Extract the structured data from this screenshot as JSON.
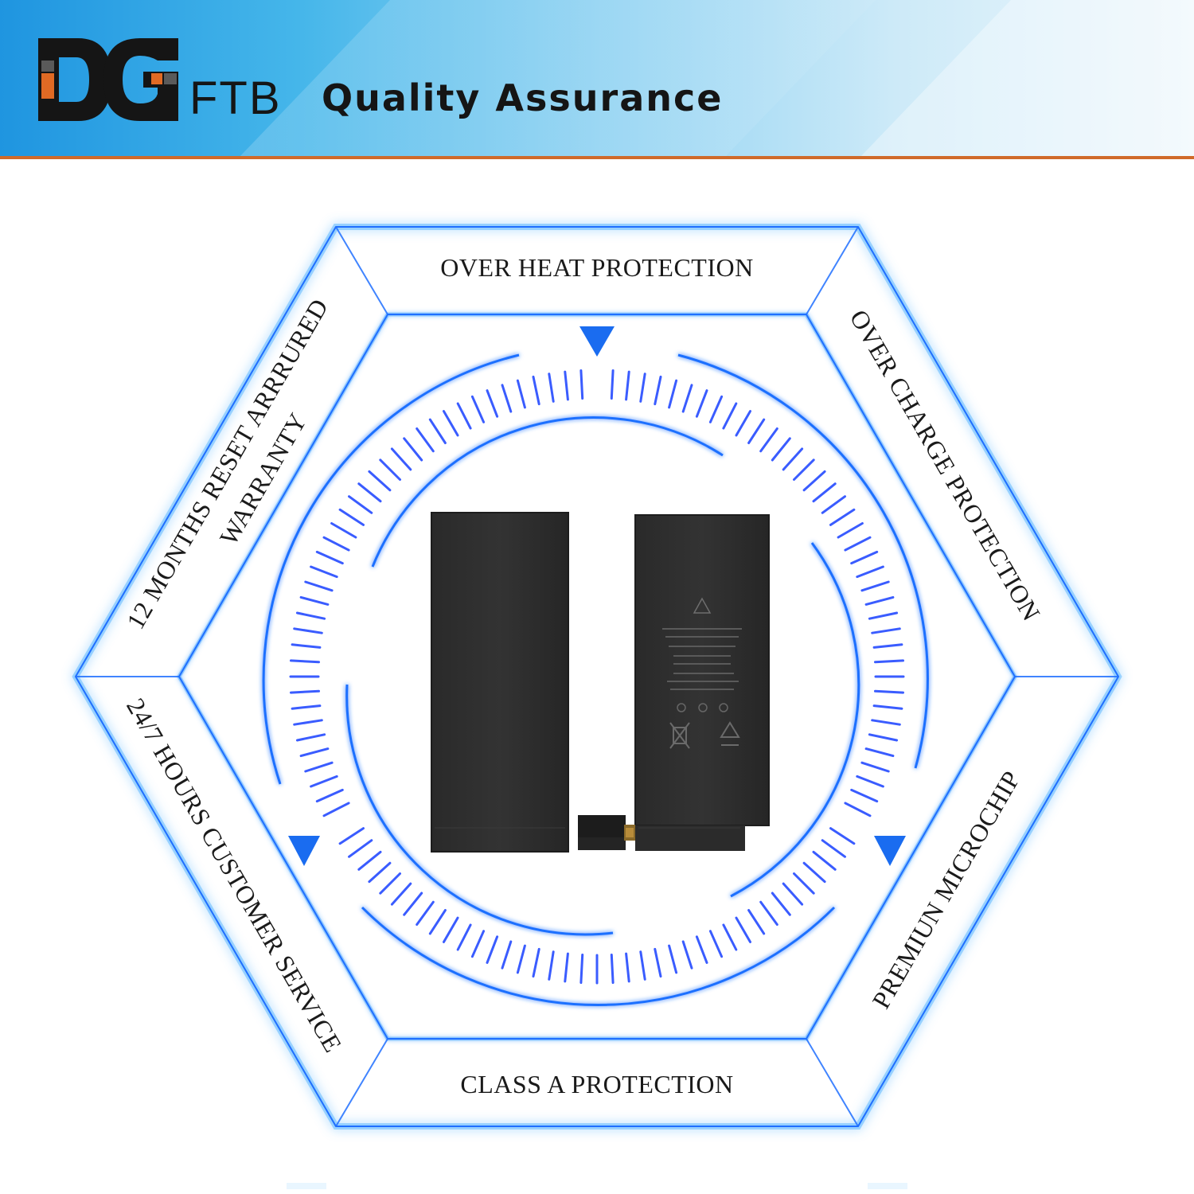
{
  "header": {
    "brand_suffix": "FTB",
    "title": "Quality Assurance"
  },
  "features": {
    "top": "OVER HEAT PROTECTION",
    "upper_right": "OVER CHARGE PROTECTION",
    "lower_right": "PREMIUN MICROCHIP",
    "bottom": "CLASS A PROTECTION",
    "lower_left": "24/7 HOURS CUSTOMER SERVICE",
    "upper_left_line1": "12 MONTHS RESET ARRRURED",
    "upper_left_line2": "WARRANTY"
  },
  "colors": {
    "accent_blue": "#1f6fff",
    "header_orange": "#d06a2a",
    "logo_dark": "#151515"
  }
}
